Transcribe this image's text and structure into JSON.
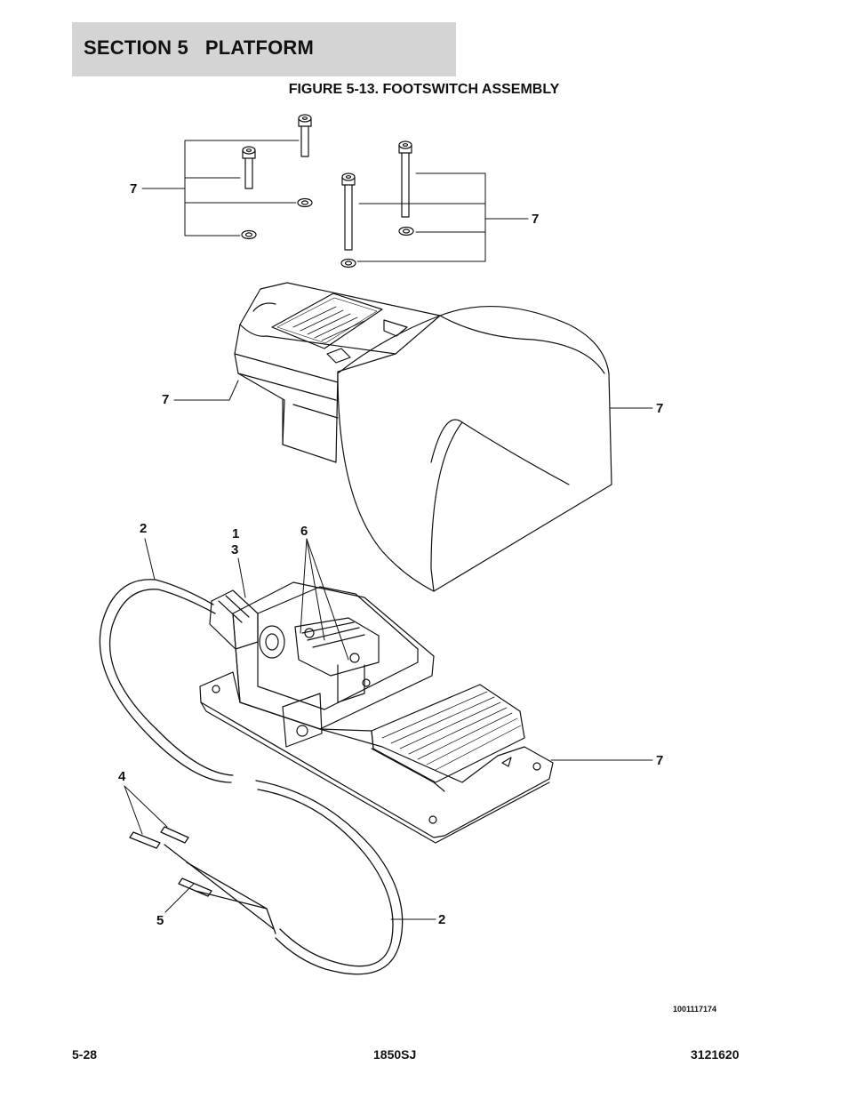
{
  "header": {
    "section_title": "SECTION 5   PLATFORM"
  },
  "figure": {
    "title": "FIGURE 5-13. FOOTSWITCH ASSEMBLY",
    "drawing_number": "1001117174",
    "callouts": {
      "hardware_left": "7",
      "hardware_right": "7",
      "housing_edge": "7",
      "guard": "7",
      "cable_top": "2",
      "switch_1": "1",
      "switch_3": "3",
      "contacts": "6",
      "base_plate": "7",
      "pins": "4",
      "terminal": "5",
      "cable_bottom": "2"
    }
  },
  "footer": {
    "page_number": "5-28",
    "model": "1850SJ",
    "manual_number": "3121620"
  }
}
